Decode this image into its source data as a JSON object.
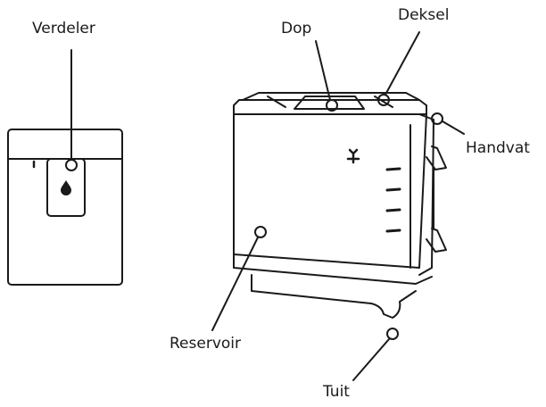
{
  "labels": {
    "verdeler": "Verdeler",
    "dop": "Dop",
    "deksel": "Deksel",
    "handvat": "Handvat",
    "reservoir": "Reservoir",
    "tuit": "Tuit"
  },
  "colors": {
    "line": "#1a1a1a",
    "background": "#ffffff"
  }
}
